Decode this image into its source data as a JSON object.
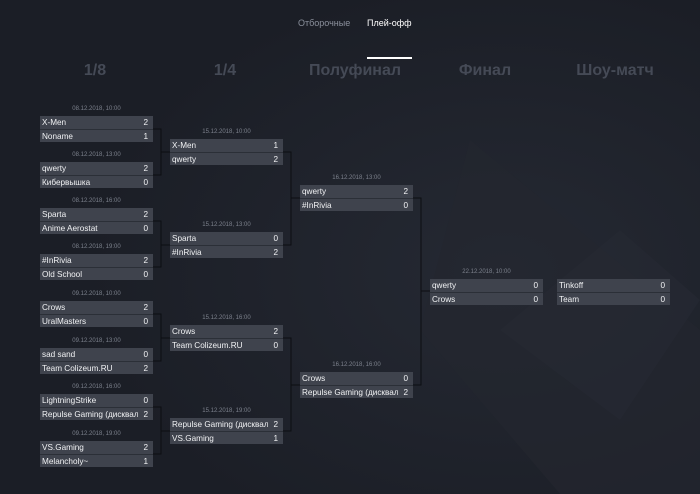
{
  "tabs": [
    {
      "label": "Отборочные",
      "active": false
    },
    {
      "label": "Плей-офф",
      "active": true
    }
  ],
  "rounds": [
    "1/8",
    "1/4",
    "Полуфинал",
    "Финал",
    "Шоу-матч"
  ],
  "matches": {
    "r1": [
      {
        "date": "08.12.2018, 10:00",
        "teams": [
          {
            "name": "X-Men",
            "score": "2"
          },
          {
            "name": "Noname",
            "score": "1"
          }
        ]
      },
      {
        "date": "08.12.2018, 13:00",
        "teams": [
          {
            "name": "qwerty",
            "score": "2"
          },
          {
            "name": "Кибервышка",
            "score": "0"
          }
        ]
      },
      {
        "date": "08.12.2018, 16:00",
        "teams": [
          {
            "name": "Sparta",
            "score": "2"
          },
          {
            "name": "Anime Aerostat",
            "score": "0"
          }
        ]
      },
      {
        "date": "08.12.2018, 19:00",
        "teams": [
          {
            "name": "#InRivia",
            "score": "2"
          },
          {
            "name": "Old School",
            "score": "0"
          }
        ]
      },
      {
        "date": "09.12.2018, 10:00",
        "teams": [
          {
            "name": "Crows",
            "score": "2"
          },
          {
            "name": "UralMasters",
            "score": "0"
          }
        ]
      },
      {
        "date": "09.12.2018, 13:00",
        "teams": [
          {
            "name": "sad sand",
            "score": "0"
          },
          {
            "name": "Team Colizeum.RU",
            "score": "2"
          }
        ]
      },
      {
        "date": "09.12.2018, 16:00",
        "teams": [
          {
            "name": "LightningStrike",
            "score": "0"
          },
          {
            "name": "Repulse Gaming (дисквалификация)",
            "score": "2"
          }
        ]
      },
      {
        "date": "09.12.2018, 19:00",
        "teams": [
          {
            "name": "VS.Gaming",
            "score": "2"
          },
          {
            "name": "Melancholy~",
            "score": "1"
          }
        ]
      }
    ],
    "r2": [
      {
        "date": "15.12.2018, 10:00",
        "teams": [
          {
            "name": "X-Men",
            "score": "1"
          },
          {
            "name": "qwerty",
            "score": "2"
          }
        ]
      },
      {
        "date": "15.12.2018, 13:00",
        "teams": [
          {
            "name": "Sparta",
            "score": "0"
          },
          {
            "name": "#InRivia",
            "score": "2"
          }
        ]
      },
      {
        "date": "15.12.2018, 16:00",
        "teams": [
          {
            "name": "Crows",
            "score": "2"
          },
          {
            "name": "Team Colizeum.RU",
            "score": "0"
          }
        ]
      },
      {
        "date": "15.12.2018, 19:00",
        "teams": [
          {
            "name": "Repulse Gaming (дисквалификация)",
            "score": "2"
          },
          {
            "name": "VS.Gaming",
            "score": "1"
          }
        ]
      }
    ],
    "r3": [
      {
        "date": "16.12.2018, 13:00",
        "teams": [
          {
            "name": "qwerty",
            "score": "2"
          },
          {
            "name": "#InRivia",
            "score": "0"
          }
        ]
      },
      {
        "date": "16.12.2018, 16:00",
        "teams": [
          {
            "name": "Crows",
            "score": "0"
          },
          {
            "name": "Repulse Gaming (дисквалификация)",
            "score": "2"
          }
        ]
      }
    ],
    "r4": [
      {
        "date": "22.12.2018, 10:00",
        "teams": [
          {
            "name": "qwerty",
            "score": "0"
          },
          {
            "name": "Crows",
            "score": "0"
          }
        ]
      }
    ],
    "r5": [
      {
        "date": "",
        "teams": [
          {
            "name": "Tinkoff",
            "score": "0"
          },
          {
            "name": "Team",
            "score": "0"
          }
        ]
      }
    ]
  }
}
